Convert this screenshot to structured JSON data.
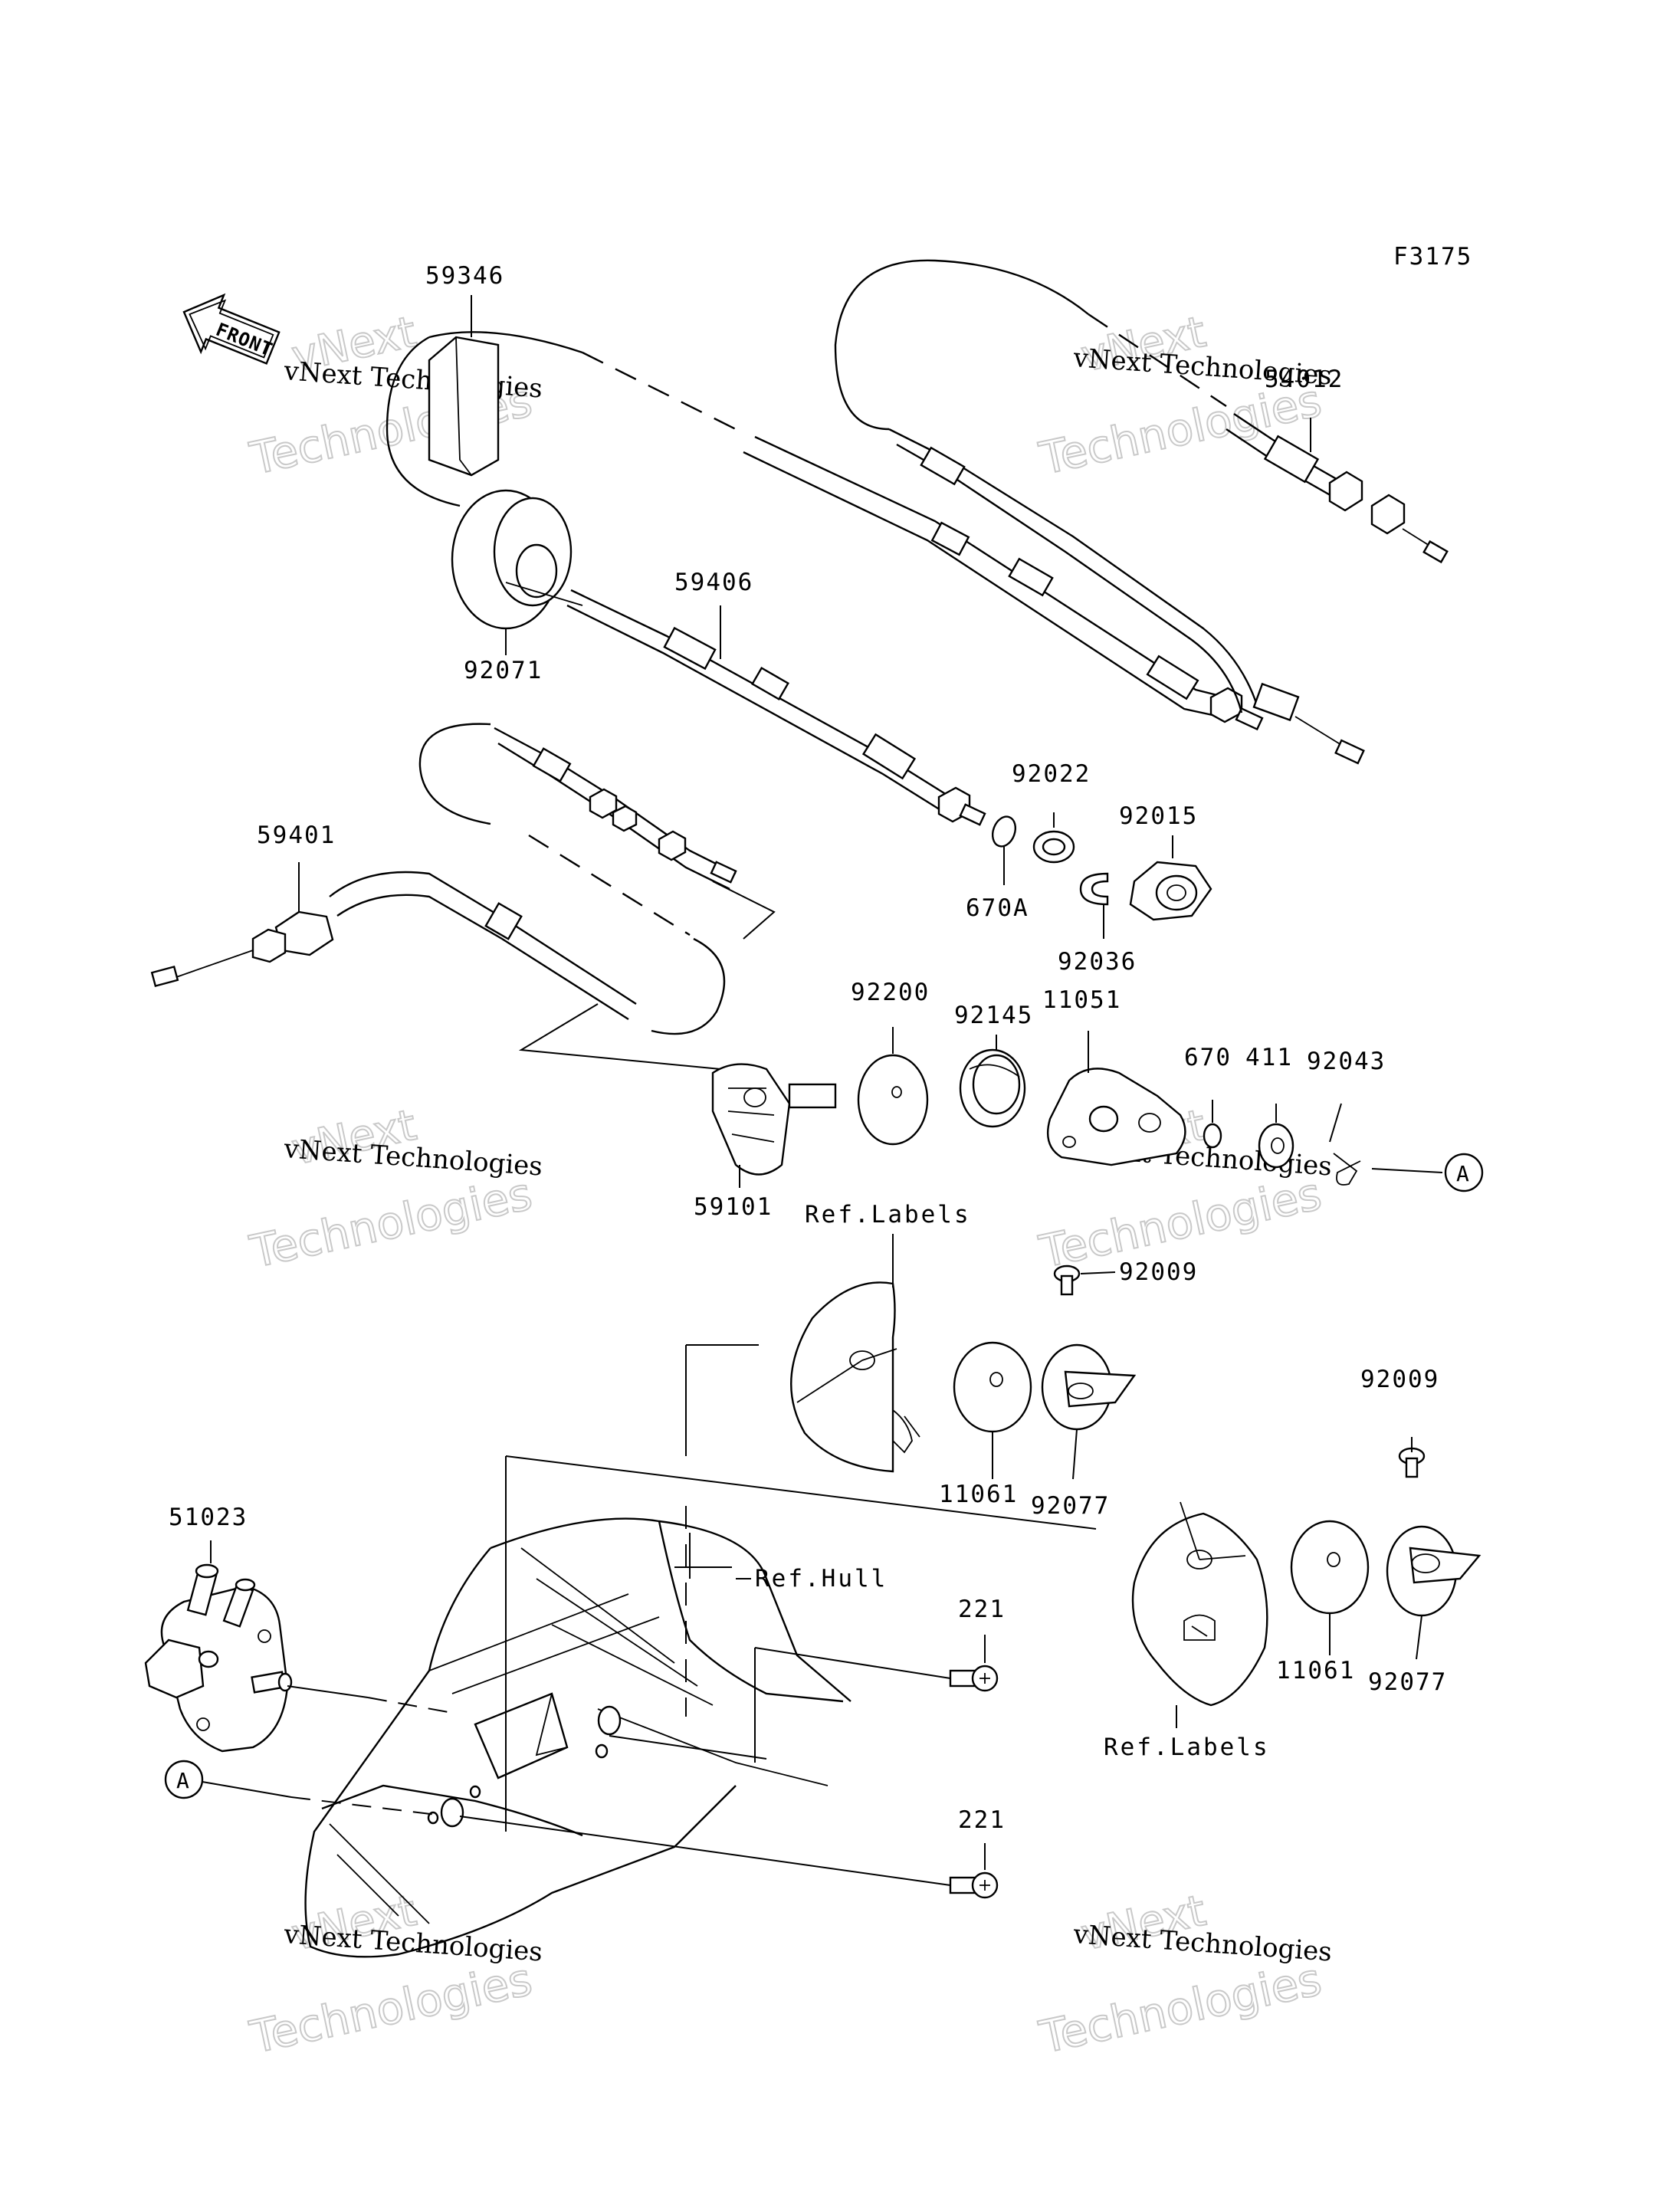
{
  "diagram": {
    "figure_code": "F3175",
    "front_label": "FRONT",
    "watermark": {
      "line1": "vNext Technologies",
      "line2": "Technologies",
      "line3": "vNext"
    },
    "part_labels": {
      "p59346": "59346",
      "p54012": "54012",
      "p59406": "59406",
      "p92071": "92071",
      "p92022": "92022",
      "p92015": "92015",
      "p670A": "670A",
      "p92036": "92036",
      "p59401": "59401",
      "p92200": "92200",
      "p92145": "92145",
      "p11051": "11051",
      "p670": "670",
      "p411": "411",
      "p92043": "92043",
      "p59101": "59101",
      "p92009a": "92009",
      "p92009b": "92009",
      "p11061a": "11061",
      "p92077a": "92077",
      "p11061b": "11061",
      "p92077b": "92077",
      "p51023": "51023",
      "p221a": "221",
      "p221b": "221"
    },
    "ref_labels": {
      "labels_top": "Ref.Labels",
      "labels_bottom": "Ref.Labels",
      "hull": "Ref.Hull"
    },
    "connector": {
      "a1": "A",
      "a2": "A"
    }
  }
}
